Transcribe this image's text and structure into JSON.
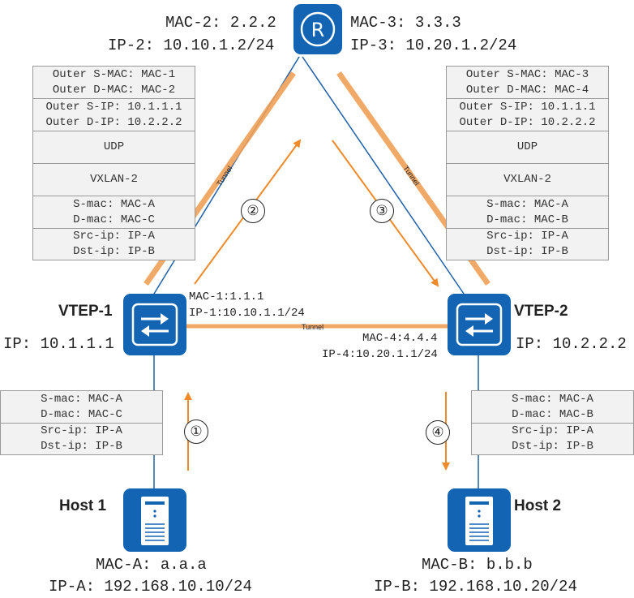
{
  "router": {
    "icon_letter": "R",
    "mac_left": "MAC-2: 2.2.2",
    "ip_left": "IP-2: 10.10.1.2/24",
    "mac_right": "MAC-3: 3.3.3",
    "ip_right": "IP-3: 10.20.1.2/24"
  },
  "vtep1": {
    "name": "VTEP-1",
    "ip": "IP: 10.1.1.1",
    "mac_port": "MAC-1:1.1.1",
    "ip_port": "IP-1:10.10.1.1/24"
  },
  "vtep2": {
    "name": "VTEP-2",
    "ip": "IP: 10.2.2.2",
    "mac_port": "MAC-4:4.4.4",
    "ip_port": "IP-4:10.20.1.1/24"
  },
  "host1": {
    "name": "Host 1",
    "mac": "MAC-A: a.a.a",
    "ip": "IP-A: 192.168.10.10/24"
  },
  "host2": {
    "name": "Host 2",
    "mac": "MAC-B: b.b.b",
    "ip": "IP-B: 192.168.10.20/24"
  },
  "tunnel_label": "Tunnel",
  "steps": [
    "①",
    "②",
    "③",
    "④"
  ],
  "packet_left": {
    "outer_mac": [
      "Outer S-MAC: MAC-1",
      "Outer D-MAC: MAC-2"
    ],
    "outer_ip": [
      "Outer S-IP: 10.1.1.1",
      "Outer D-IP: 10.2.2.2"
    ],
    "udp": "UDP",
    "vxlan": "VXLAN-2",
    "inner_mac": [
      "S-mac: MAC-A",
      "D-mac: MAC-C"
    ],
    "inner_ip": [
      "Src-ip: IP-A",
      "Dst-ip: IP-B"
    ]
  },
  "packet_right": {
    "outer_mac": [
      "Outer S-MAC: MAC-3",
      "Outer D-MAC: MAC-4"
    ],
    "outer_ip": [
      "Outer S-IP: 10.1.1.1",
      "Outer D-IP: 10.2.2.2"
    ],
    "udp": "UDP",
    "vxlan": "VXLAN-2",
    "inner_mac": [
      "S-mac: MAC-A",
      "D-mac: MAC-B"
    ],
    "inner_ip": [
      "Src-ip: IP-A",
      "Dst-ip: IP-B"
    ]
  },
  "frame_host1": {
    "mac": [
      "S-mac: MAC-A",
      "D-mac: MAC-C"
    ],
    "ip": [
      "Src-ip: IP-A",
      "Dst-ip: IP-B"
    ]
  },
  "frame_host2": {
    "mac": [
      "S-mac: MAC-A",
      "D-mac: MAC-B"
    ],
    "ip": [
      "Src-ip: IP-A",
      "Dst-ip: IP-B"
    ]
  },
  "colors": {
    "device": "#1464b4",
    "link": "#1f5fa8",
    "tunnel": "#f0a058",
    "flow_arrow": "#ee8a2a",
    "stack_fill": "#f2f2f2"
  }
}
